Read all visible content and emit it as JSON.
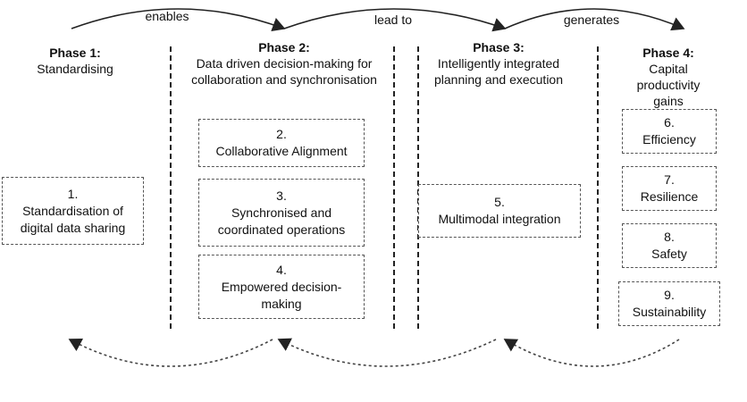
{
  "arrows_top": [
    {
      "label": "enables"
    },
    {
      "label": "lead to"
    },
    {
      "label": "generates"
    }
  ],
  "phases": [
    {
      "title": "Phase 1:",
      "desc": [
        "Standardising"
      ]
    },
    {
      "title": "Phase 2:",
      "desc": [
        "Data driven decision-making for",
        "collaboration and synchronisation"
      ]
    },
    {
      "title": "Phase 3:",
      "desc": [
        "Intelligently integrated",
        "planning and execution"
      ]
    },
    {
      "title": "Phase 4:",
      "desc": [
        "Capital productivity",
        "gains"
      ]
    }
  ],
  "boxes": [
    {
      "num": "1.",
      "lines": [
        "Standardisation of",
        "digital data sharing"
      ]
    },
    {
      "num": "2.",
      "lines": [
        "Collaborative Alignment"
      ]
    },
    {
      "num": "3.",
      "lines": [
        "Synchronised and",
        "coordinated operations"
      ]
    },
    {
      "num": "4.",
      "lines": [
        "Empowered decision-",
        "making"
      ]
    },
    {
      "num": "5.",
      "lines": [
        "Multimodal integration"
      ]
    },
    {
      "num": "6.",
      "lines": [
        "Efficiency"
      ]
    },
    {
      "num": "7.",
      "lines": [
        "Resilience"
      ]
    },
    {
      "num": "8.",
      "lines": [
        "Safety"
      ]
    },
    {
      "num": "9.",
      "lines": [
        "Sustainability"
      ]
    }
  ]
}
